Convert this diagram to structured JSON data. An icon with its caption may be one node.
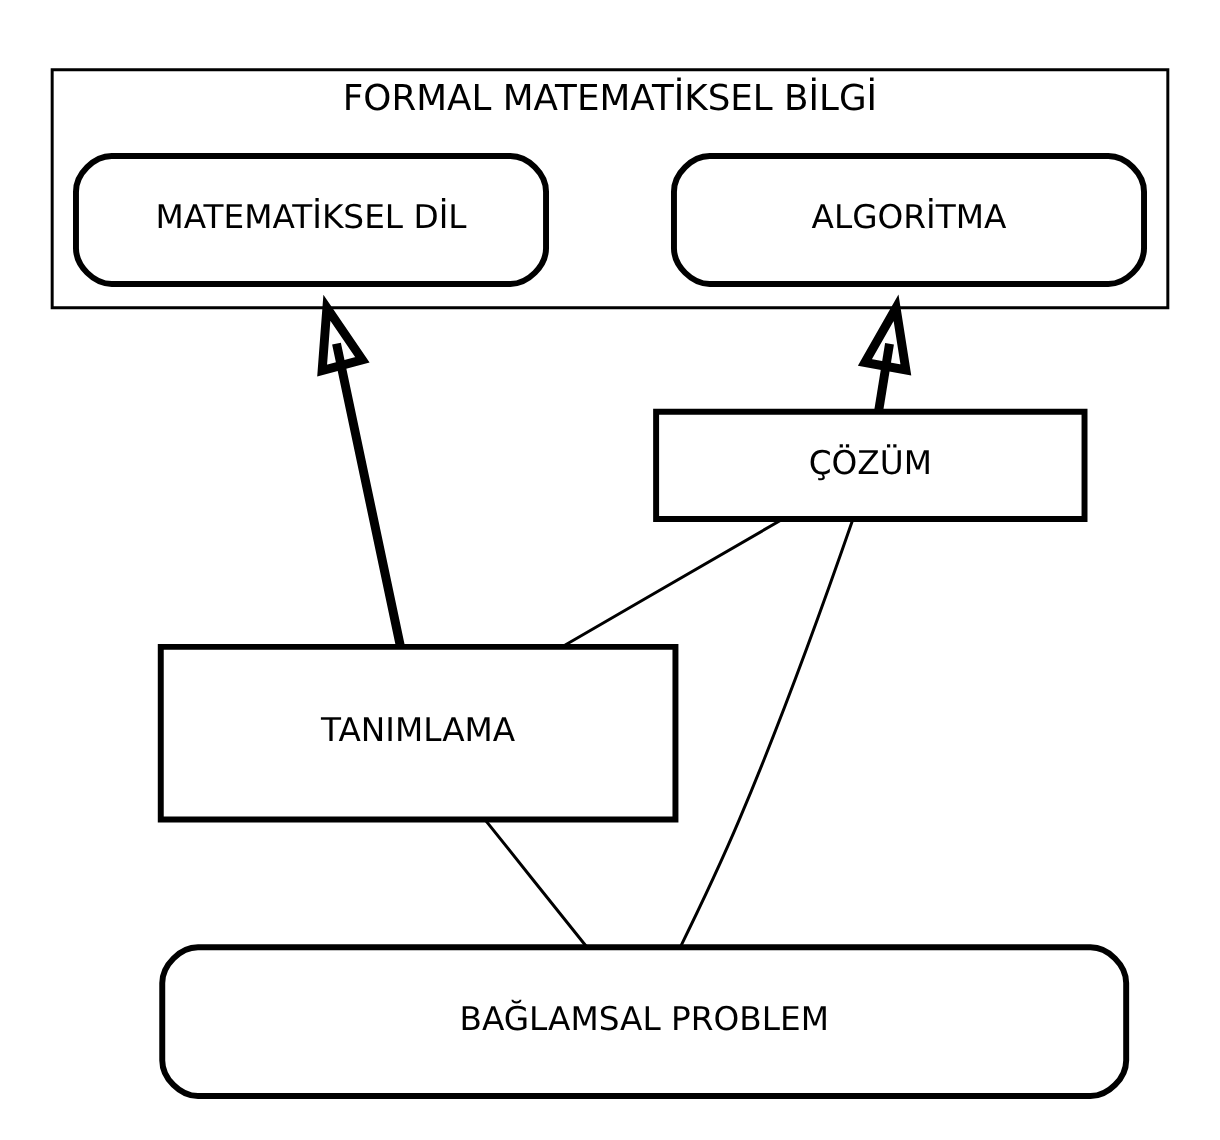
{
  "diagram": {
    "nodes": [
      {
        "text": [
          "FORMAL MATEMATİKSEL BİLGİ"
        ]
      },
      {
        "text": [
          "MATEMATİKSEL DİL"
        ],
        "in": 0
      },
      {
        "text": [
          "ALGORİTMA"
        ],
        "in": 0
      },
      {
        "text": [
          "ÇÖZÜM"
        ]
      },
      {
        "text": [
          "TANIMLAMA"
        ]
      },
      {
        "text": [
          "BAĞLAMSAL PROBLEM"
        ]
      }
    ],
    "edges": [
      {
        "from": 5,
        "to": 4,
        "arrow": "none"
      },
      {
        "from": 5,
        "to": 3,
        "arrow": "none"
      },
      {
        "from": 4,
        "to": 3,
        "arrow": "none"
      },
      {
        "from": 4,
        "to": 0,
        "arrow": "to",
        "style": "thick"
      },
      {
        "from": 3,
        "to": 0,
        "arrow": "to",
        "style": "thick"
      }
    ]
  }
}
